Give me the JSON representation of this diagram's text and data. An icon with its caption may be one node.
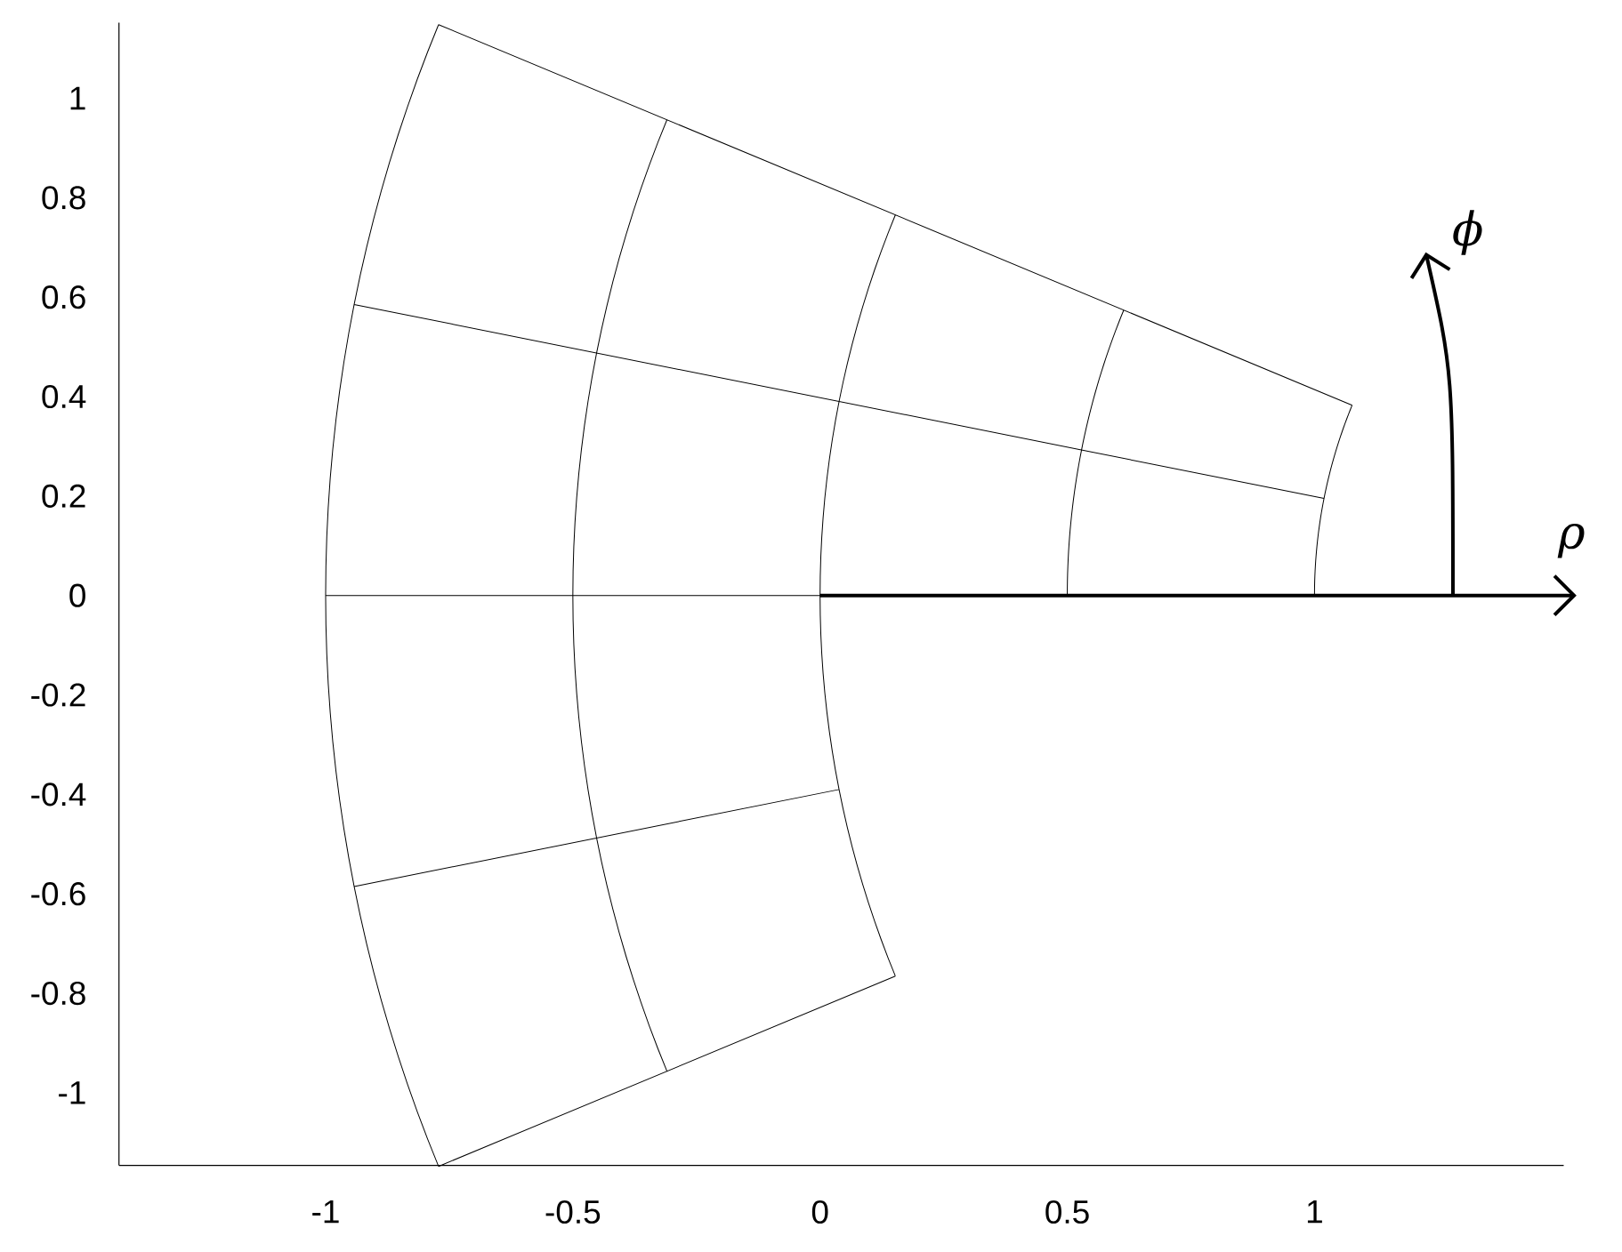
{
  "diagram": {
    "labels": [
      "1",
      "0.8",
      "0.6",
      "0.4",
      "0.2",
      "0",
      "-0.2",
      "-0.4",
      "-0.6",
      "-0.8",
      "-1",
      "ϕ",
      "ρ",
      "-1",
      "-0.5",
      "0",
      "0.5",
      "1"
    ]
  }
}
